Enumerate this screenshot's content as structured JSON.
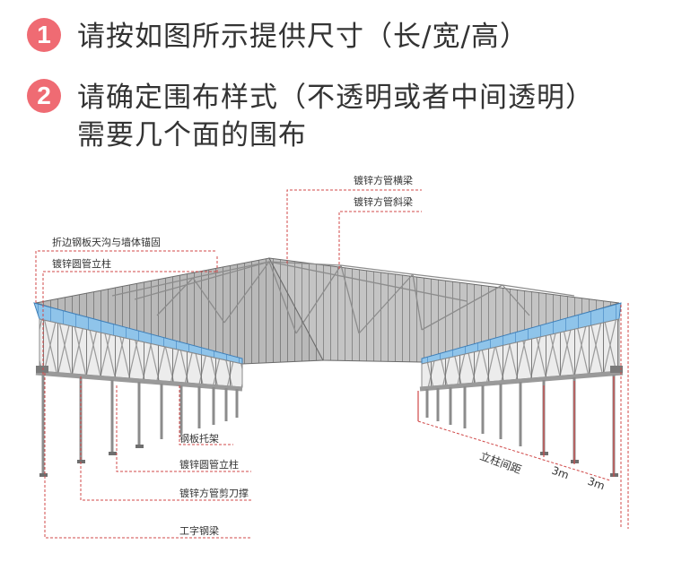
{
  "steps": [
    {
      "number": "1",
      "text": "请按如图所示提供尺寸（长/宽/高）"
    },
    {
      "number": "2",
      "text": "请确定围布样式（不透明或者中间透明）",
      "text2": "需要几个面的围布"
    }
  ],
  "labels": {
    "top_beam": "镀锌方管横梁",
    "top_diag": "镀锌方管斜梁",
    "gutter": "折边钢板天沟与墙体锚固",
    "pillar_top": "镀锌圆管立柱",
    "bracket": "钢板托架",
    "pillar_bottom": "镀锌圆管立柱",
    "scissor": "镀锌方管剪刀撑",
    "i_beam": "工字钢梁",
    "spacing": "立柱间距",
    "span1": "3m",
    "span2": "3m"
  },
  "colors": {
    "accent": "#ef6b73",
    "dim_line": "#d04848",
    "panel_blue": "#8fc4ea",
    "steel": "#8a8a8a"
  }
}
